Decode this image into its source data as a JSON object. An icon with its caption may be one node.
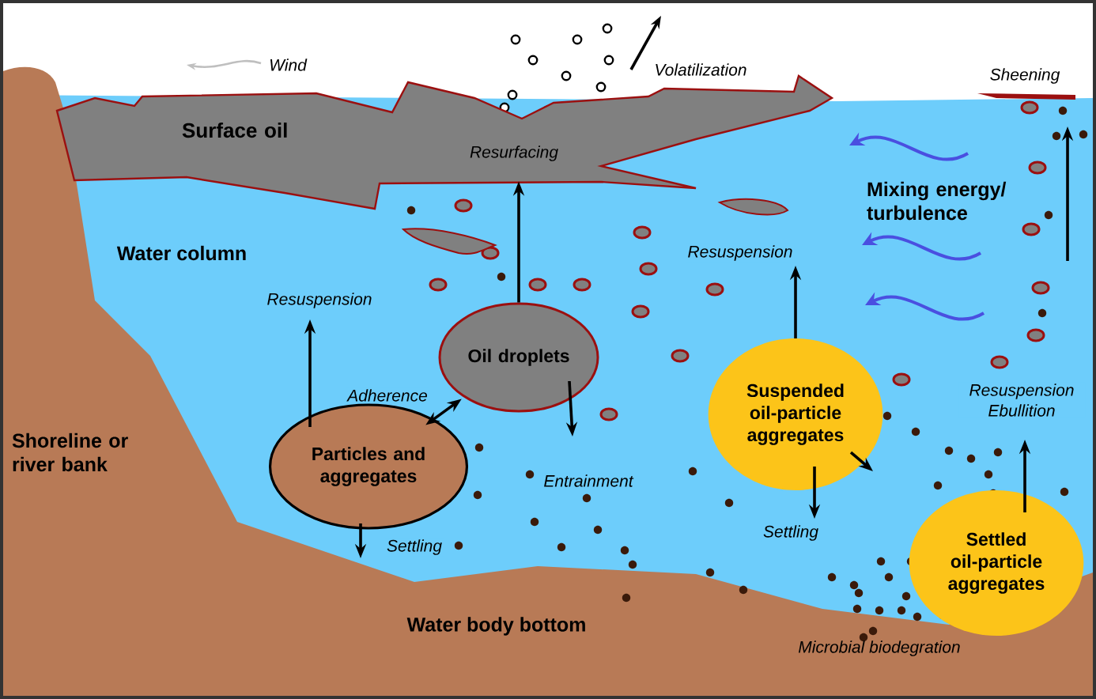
{
  "diagram": {
    "nodes": [
      {
        "text": [
          "Surface oil"
        ]
      },
      {
        "text": [
          "Oil droplets"
        ]
      },
      {
        "text": [
          "Particles and aggregates"
        ]
      },
      {
        "text": [
          "Suspended oil-particle aggregates"
        ]
      },
      {
        "text": [
          "Settled oil-particle aggregates"
        ]
      }
    ],
    "edges": [
      {
        "from": 1,
        "to": 0,
        "arrow": "to",
        "label": "Resurfacing"
      },
      {
        "from": 2,
        "to": null,
        "arrow": "to",
        "label": "Resuspension"
      },
      {
        "from": 1,
        "to": 2,
        "arrow": "both",
        "label": "Adherence"
      },
      {
        "from": 1,
        "to": null,
        "arrow": "to",
        "label": "Entrainment"
      },
      {
        "from": 2,
        "to": null,
        "arrow": "to",
        "label": "Settling"
      },
      {
        "from": 3,
        "to": null,
        "arrow": "to",
        "label": "Resuspension"
      },
      {
        "from": 3,
        "to": null,
        "arrow": "to",
        "label": "Settling"
      },
      {
        "from": 3,
        "to": null,
        "arrow": "to"
      },
      {
        "from": 4,
        "to": null,
        "arrow": "to",
        "label": "Resuspension Ebullition"
      }
    ],
    "labels": [
      "Wind",
      "Volatilization",
      "Sheening",
      "Mixing energy/ turbulence",
      "Water column",
      "Shoreline or river bank",
      "Water body bottom",
      "Microbial biodegration"
    ]
  }
}
